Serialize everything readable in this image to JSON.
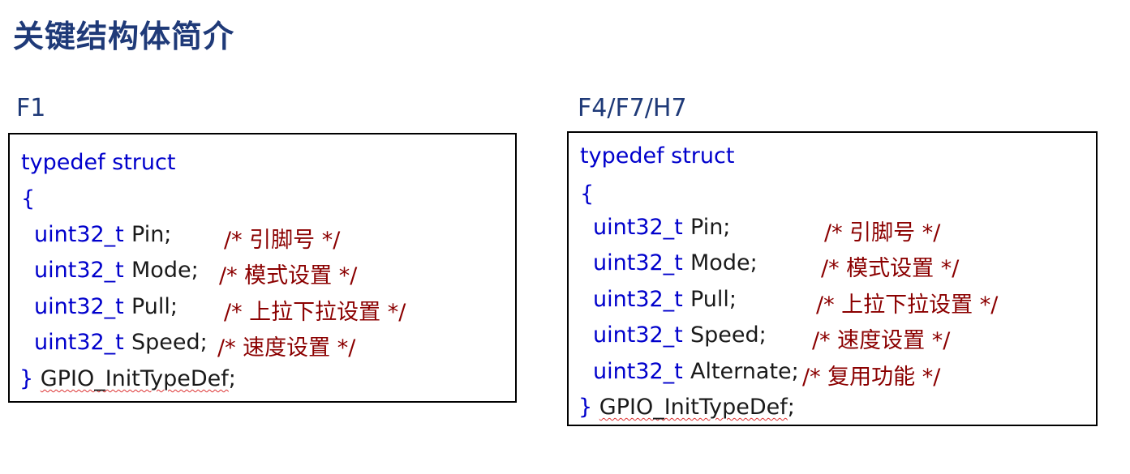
{
  "title": "关键结构体简介",
  "f1": {
    "label": "F1",
    "typedef": "typedef struct",
    "open_brace": "{",
    "fields": [
      {
        "type": "uint32_t",
        "name": "Pin;",
        "comment": "/* 引脚号 */"
      },
      {
        "type": "uint32_t",
        "name": "Mode;",
        "comment": "/* 模式设置 */"
      },
      {
        "type": "uint32_t",
        "name": "Pull;",
        "comment": "/* 上拉下拉设置 */"
      },
      {
        "type": "uint32_t",
        "name": "Speed;",
        "comment": "/* 速度设置 */"
      }
    ],
    "close_brace": "}",
    "struct_name": "GPIO_InitTypeDef",
    "semicolon": ";"
  },
  "f4": {
    "label": "F4/F7/H7",
    "typedef": "typedef struct",
    "open_brace": "{",
    "fields": [
      {
        "type": "uint32_t",
        "name": "Pin;",
        "comment": "/* 引脚号 */"
      },
      {
        "type": "uint32_t",
        "name": "Mode;",
        "comment": "/* 模式设置 */"
      },
      {
        "type": "uint32_t",
        "name": "Pull;",
        "comment": "/* 上拉下拉设置 */"
      },
      {
        "type": "uint32_t",
        "name": "Speed;",
        "comment": "/* 速度设置 */"
      },
      {
        "type": "uint32_t",
        "name": "Alternate;",
        "comment": "/* 复用功能 */"
      }
    ],
    "close_brace": "}",
    "struct_name": "GPIO_InitTypeDef",
    "semicolon": ";"
  },
  "colors": {
    "title": "#1f3a78",
    "keyword": "#0000cc",
    "comment": "#8b0000",
    "text": "#1a1a1a"
  }
}
